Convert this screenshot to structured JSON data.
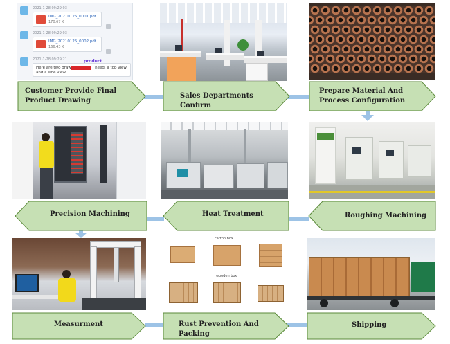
{
  "steps": [
    {
      "id": 1,
      "label": "Customer Provide Final Product Drawing",
      "direction": "right"
    },
    {
      "id": 2,
      "label": "Sales Departments Confirm",
      "direction": "right"
    },
    {
      "id": 3,
      "label": "Prepare Material And Process Configuration",
      "direction": "right"
    },
    {
      "id": 4,
      "label": "Roughing Machining",
      "direction": "left"
    },
    {
      "id": 5,
      "label": "Heat Treatment",
      "direction": "left"
    },
    {
      "id": 6,
      "label": "Precision Machining",
      "direction": "left"
    },
    {
      "id": 7,
      "label": "Measurment",
      "direction": "right"
    },
    {
      "id": 8,
      "label": "Rust Prevention And Packing",
      "direction": "right"
    },
    {
      "id": 9,
      "label": "Shipping",
      "direction": "right"
    }
  ],
  "chat": {
    "messages": [
      {
        "time": "2021-1-28 09:29:03",
        "file_name": "IMG_20210125_0001.pdf",
        "file_size": "170.67 K"
      },
      {
        "time": "2021-1-28 09:29:03",
        "file_name": "IMG_20210125_0002.pdf",
        "file_size": "166.43 K"
      },
      {
        "time": "2021-1-28 09:29:21",
        "text": "Here are two drawings of the          I need, a top view and a side view.",
        "tag": "product"
      }
    ]
  },
  "packing": {
    "carton_label": "carton box",
    "wooden_label": "wooden box"
  },
  "colors": {
    "banner_fill": "#c6e0b4",
    "banner_stroke": "#5b8a3a",
    "connector": "#9dc3e6"
  }
}
